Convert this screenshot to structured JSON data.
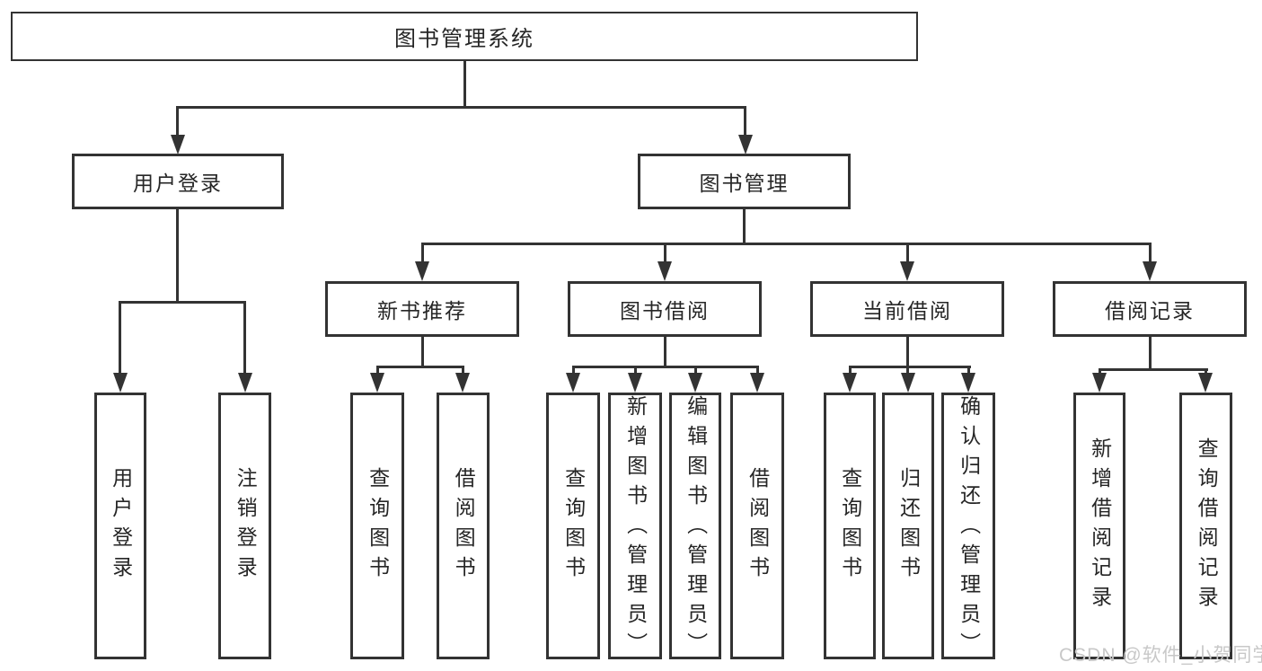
{
  "diagram": {
    "title": "图书管理系统",
    "branches": {
      "user": {
        "label": "用户登录",
        "children": [
          "用户登录",
          "注销登录"
        ]
      },
      "book": {
        "label": "图书管理",
        "sections": [
          {
            "label": "新书推荐",
            "children": [
              "查询图书",
              "借阅图书"
            ]
          },
          {
            "label": "图书借阅",
            "children": [
              "查询图书",
              "新增图书（管理员）",
              "编辑图书（管理员）",
              "借阅图书"
            ]
          },
          {
            "label": "当前借阅",
            "children": [
              "查询图书",
              "归还图书",
              "确认归还（管理员）"
            ]
          },
          {
            "label": "借阅记录",
            "children": [
              "新增借阅记录",
              "查询借阅记录"
            ]
          }
        ]
      }
    }
  },
  "watermark": {
    "text": "CSDN @软件_小贺同学"
  },
  "colors": {
    "line": "#333333",
    "text": "#262626",
    "box_background": "#ffffff",
    "page_background": "#ffffff",
    "watermark": "#c8c8c8"
  }
}
